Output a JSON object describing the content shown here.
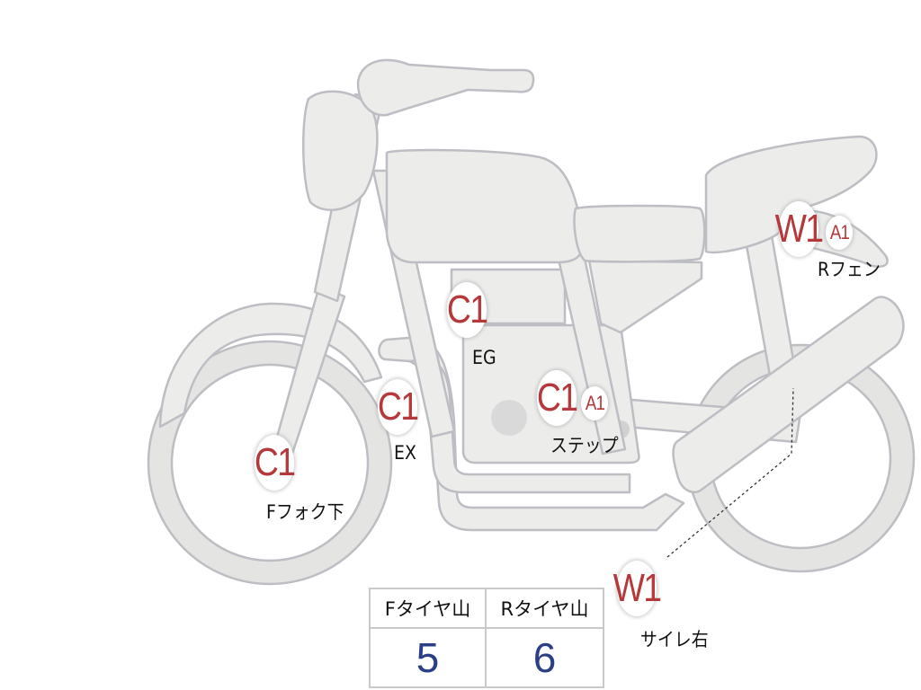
{
  "colors": {
    "body_fill": "#ececeb",
    "body_stroke": "#bdbec3",
    "code_red": "#b5393b",
    "value_blue": "#2a3f86"
  },
  "markers": [
    {
      "id": "f-fork",
      "code": "C1",
      "label": "Fフォク下"
    },
    {
      "id": "ex",
      "code": "C1",
      "label": "EX"
    },
    {
      "id": "eg",
      "code": "C1",
      "label": "EG"
    },
    {
      "id": "step",
      "code": "C1",
      "small_code": "A1",
      "label": "ステップ"
    },
    {
      "id": "r-fender",
      "code": "W1",
      "small_code": "A1",
      "label": "Rフェン"
    },
    {
      "id": "muffler-right",
      "code": "W1",
      "label": "サイレ右"
    }
  ],
  "tire_table": {
    "headers": [
      "Fタイヤ山",
      "Rタイヤ山"
    ],
    "values": [
      "5",
      "6"
    ]
  }
}
